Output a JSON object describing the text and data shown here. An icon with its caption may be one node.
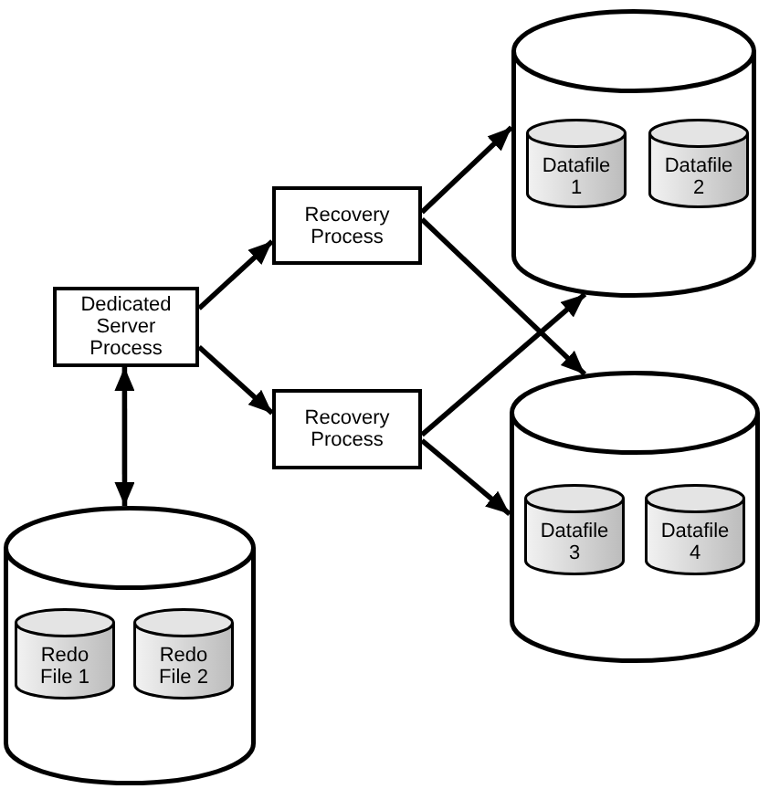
{
  "diagram": {
    "nodes": [
      {
        "text": [
          "Dedicated Server Process"
        ]
      },
      {
        "text": [
          "Recovery Process"
        ]
      },
      {
        "text": [
          "Recovery Process"
        ]
      },
      {
        "text": [],
        "shape": "cylinder"
      },
      {
        "text": [
          "Datafile 1"
        ],
        "in": 3
      },
      {
        "text": [
          "Datafile 2"
        ],
        "in": 3
      },
      {
        "text": [],
        "shape": "cylinder"
      },
      {
        "text": [
          "Datafile 3"
        ],
        "in": 6
      },
      {
        "text": [
          "Datafile 4"
        ],
        "in": 6
      },
      {
        "text": [],
        "shape": "cylinder"
      },
      {
        "text": [
          "Redo File 1"
        ],
        "in": 9
      },
      {
        "text": [
          "Redo File 2"
        ],
        "in": 9
      }
    ],
    "edges": [
      {
        "from": 0,
        "to": 1,
        "arrow": "to"
      },
      {
        "from": 0,
        "to": 2,
        "arrow": "to"
      },
      {
        "from": 0,
        "to": 9,
        "arrow": "both"
      },
      {
        "from": 1,
        "to": 3,
        "arrow": "to"
      },
      {
        "from": 1,
        "to": 6,
        "arrow": "to"
      },
      {
        "from": 2,
        "to": 3,
        "arrow": "to"
      },
      {
        "from": 2,
        "to": 6,
        "arrow": "to"
      }
    ]
  }
}
